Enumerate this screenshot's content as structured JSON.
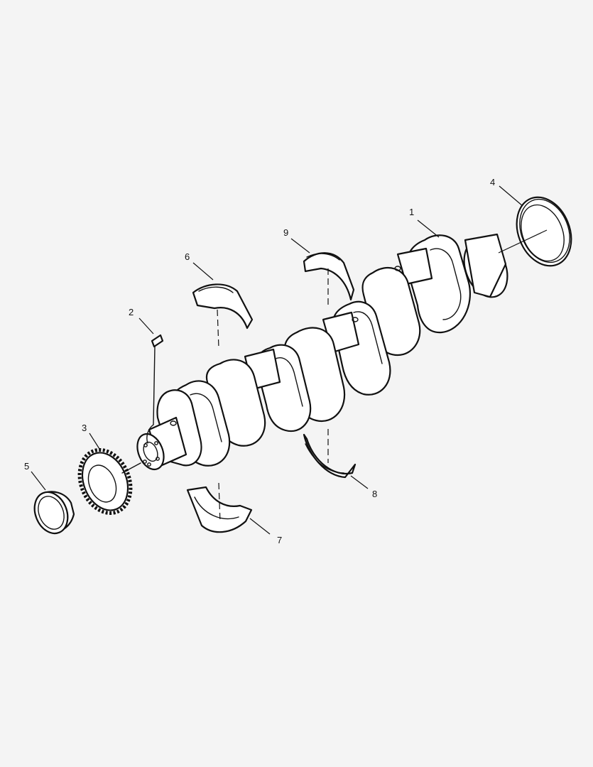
{
  "callouts": [
    {
      "id": "1",
      "label": "1"
    },
    {
      "id": "2",
      "label": "2"
    },
    {
      "id": "3",
      "label": "3"
    },
    {
      "id": "4",
      "label": "4"
    },
    {
      "id": "5",
      "label": "5"
    },
    {
      "id": "6",
      "label": "6"
    },
    {
      "id": "7",
      "label": "7"
    },
    {
      "id": "8",
      "label": "8"
    },
    {
      "id": "9",
      "label": "9"
    }
  ],
  "colors": {
    "background": "#f4f4f4",
    "line": "#111111",
    "fill": "#ffffff"
  }
}
